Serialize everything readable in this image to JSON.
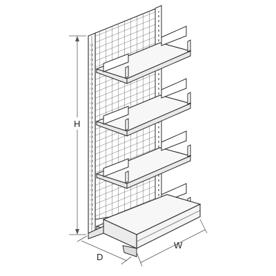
{
  "diagram": {
    "labels": {
      "height": "H",
      "depth": "D",
      "width": "W"
    },
    "shelf_count": 4
  }
}
